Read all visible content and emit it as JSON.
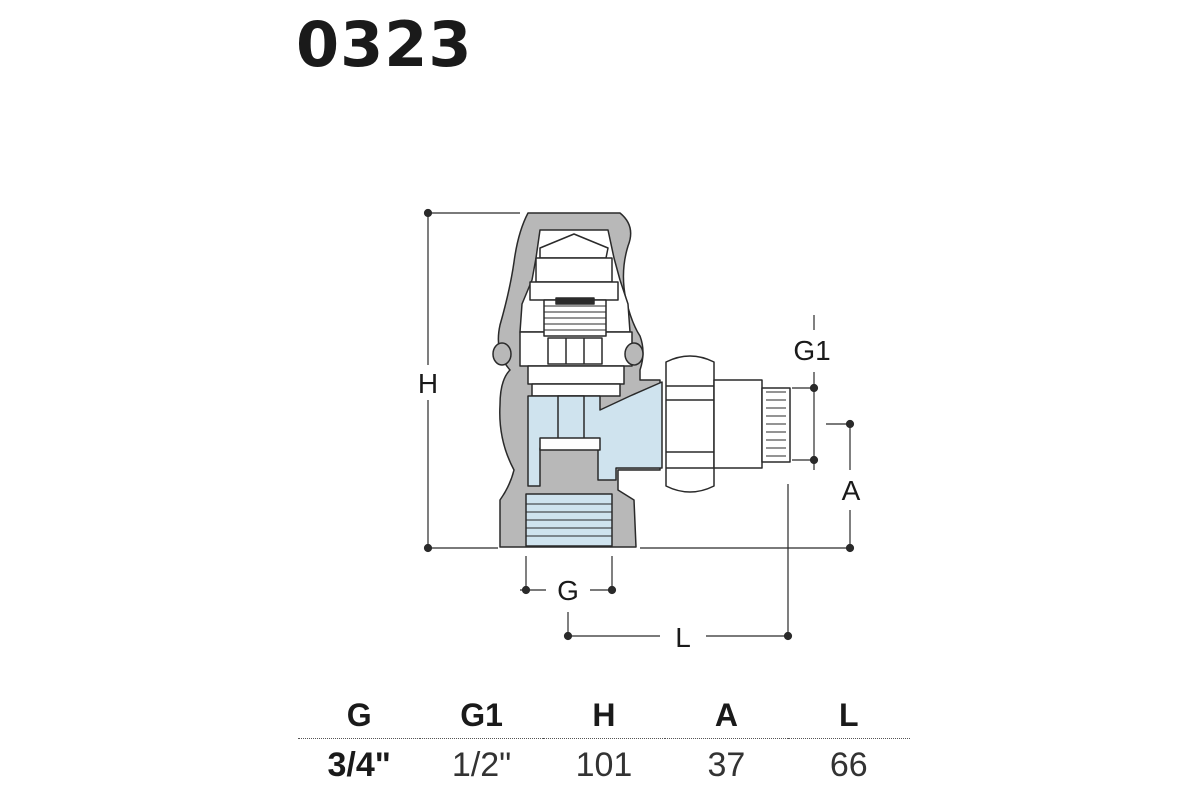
{
  "title": "0323",
  "dimension_labels": {
    "h": "H",
    "g1": "G1",
    "a": "A",
    "g": "G",
    "l": "L"
  },
  "spec_table": {
    "headers": [
      "G",
      "G1",
      "H",
      "A",
      "L"
    ],
    "values": [
      "3/4\"",
      "1/2\"",
      "101",
      "37",
      "66"
    ]
  },
  "colors": {
    "body": "#b8b8b8",
    "fluid": "#cfe3ee",
    "outline": "#2a2a2a",
    "white": "#ffffff"
  }
}
